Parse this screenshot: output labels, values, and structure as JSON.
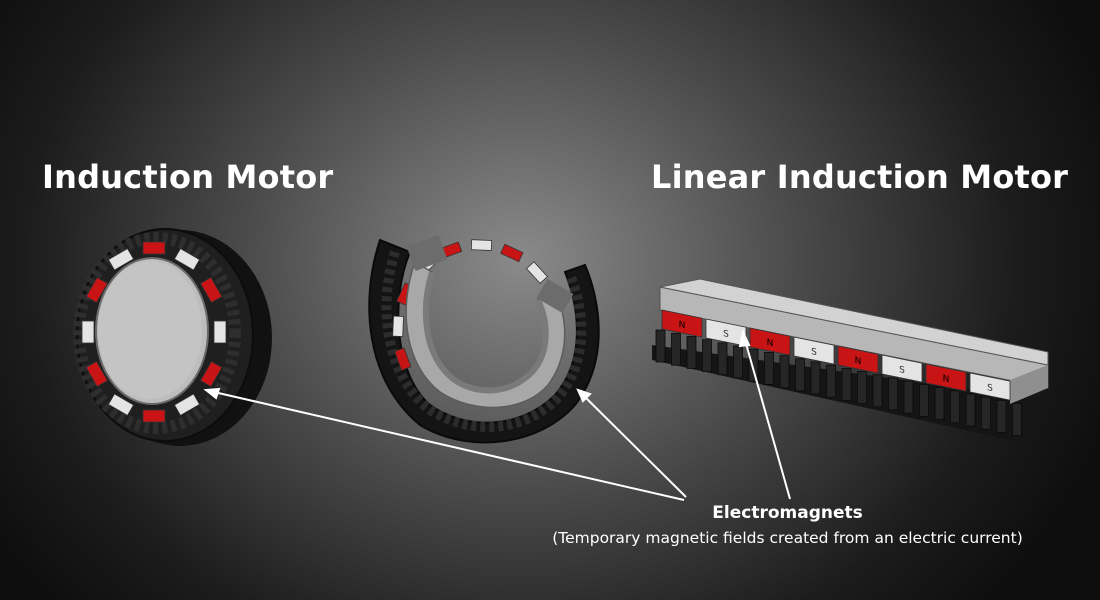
{
  "titles": {
    "induction_motor": "Induction Motor",
    "linear_induction_motor": "Linear Induction Motor"
  },
  "callout": {
    "label": "Electromagnets",
    "description": "(Temporary magnetic fields created from an electric current)"
  },
  "magnet_labels": {
    "north": "N",
    "south": "S"
  },
  "colors": {
    "magnet_red": "#c81414",
    "magnet_white": "#e4e4e4",
    "housing_black": "#1a1a1a",
    "rotor_gray": "#bdbdbd",
    "text": "#ffffff"
  }
}
